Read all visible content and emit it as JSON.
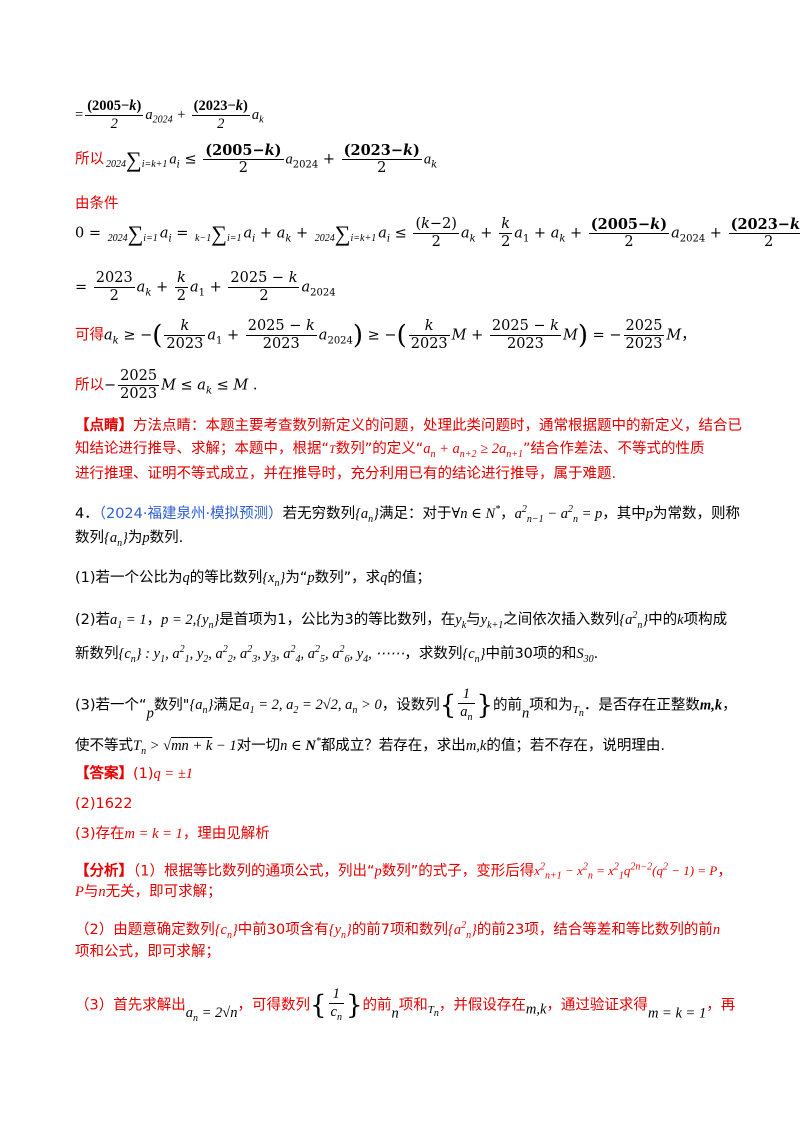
{
  "lines": {
    "l1": "=(2005−k)/2·a₂₀₂₄ + (2023−k)/2·a_k",
    "l2_prefix": "所以",
    "l3": "由条件",
    "l6_prefix": "可得",
    "l7_prefix": "所以",
    "dianjing_tag": "【点睛】",
    "dianjing_1": "方法点睛：本题主要考查数列新定义的问题，处理此类问题时，通常根据题中的新定义，结合已",
    "dianjing_2a": "知结论进行推导、求解；本题中，根据“",
    "dianjing_2b": "数列”的定义“",
    "dianjing_2c": "”结合作差法、不等式的性质",
    "dianjing_3": "进行推理、证明不等式成立，并在推导时，充分利用已有的结论进行推导，属于难题.",
    "q4_num": "4．",
    "q4_source": "（2024·福建泉州·模拟预测）",
    "q4_text_a": "若无穷数列",
    "q4_text_b": "满足：对于",
    "q4_text_c": "，其中",
    "q4_text_d": "为常数，则称",
    "q4_line2_a": "数列",
    "q4_line2_b": "为",
    "q4_line2_c": "数列.",
    "p1_a": "(1)若一个公比为",
    "p1_b": "的等比数列",
    "p1_c": "为“",
    "p1_d": "数列”，求",
    "p1_e": "的值；",
    "p2_a": "(2)若",
    "p2_b": "是首项为1，公比为3的等比数列，在",
    "p2_c": "与",
    "p2_d": "之间依次插入数列",
    "p2_e": "中的",
    "p2_f": "项构成",
    "p2_g": "新数列",
    "p2_h": "，求数列",
    "p2_i": "中前30项的和",
    "p3_a": "(3)若一个“",
    "p3_b": "数列\"",
    "p3_c": "满足",
    "p3_d": "，设数列",
    "p3_e": "的前",
    "p3_f": "项和为",
    "p3_g": "．是否存在正整数",
    "p3_h": "使不等式",
    "p3_i": "对一切",
    "p3_j": "都成立？若存在，求出",
    "p3_k": "的值；若不存在，说明理由.",
    "ans_tag": "【答案】",
    "ans1_a": "(1)",
    "ans2": "(2)1622",
    "ans3_a": "(3)存在",
    "ans3_b": "，理由见解析",
    "fx_tag": "【分析】",
    "fx1_a": "（1）根据等比数列的通项公式，列出“",
    "fx1_b": "数列”的式子，变形后得",
    "fx1_c": "与",
    "fx1_d": "无关，即可求解；",
    "fx2_a": "（2）由题意确定数列",
    "fx2_b": "中前30项含有",
    "fx2_c": "的前7项和数列",
    "fx2_d": "的前23项，结合等差和等比数列的前",
    "fx2_e": "项和公式，即可求解；",
    "fx3_a": "（3）首先求解出",
    "fx3_b": "，可得数列",
    "fx3_c": "的前",
    "fx3_d": "项和",
    "fx3_e": "，并假设存在",
    "fx3_f": "，通过验证求得",
    "fx3_g": "，再"
  },
  "colors": {
    "red": "#e60000",
    "blue": "#2e5fd6",
    "text": "#000000"
  }
}
